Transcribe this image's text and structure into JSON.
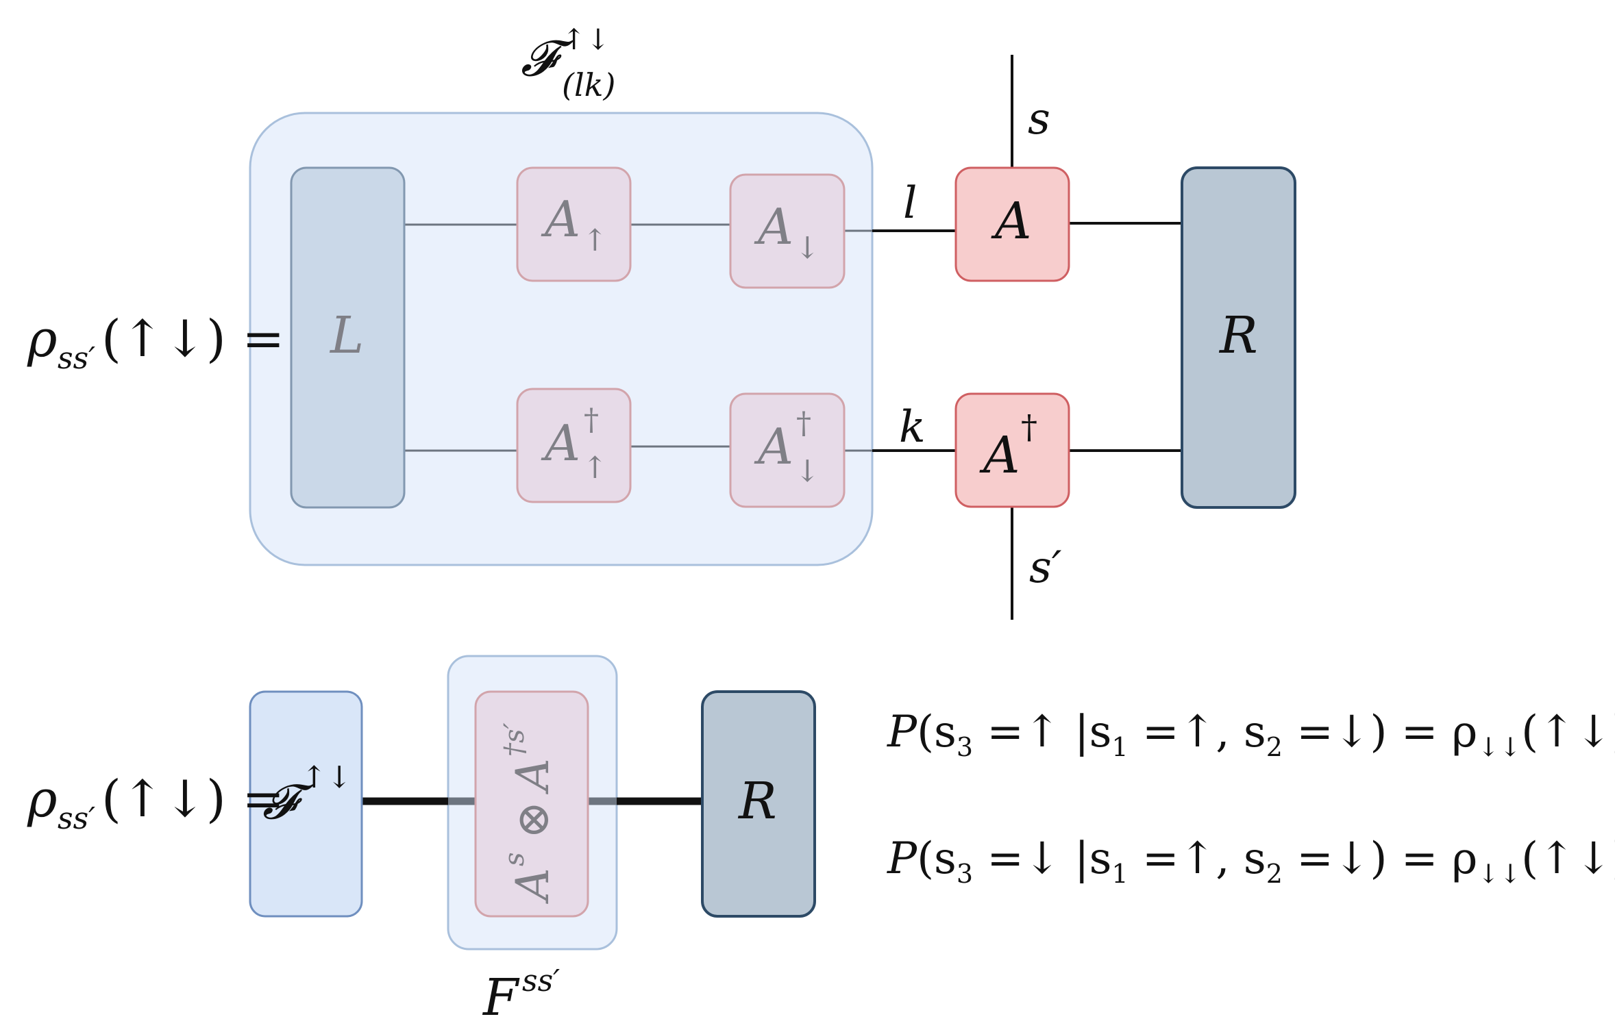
{
  "colors": {
    "group_fill": "#eaf1fc",
    "group_stroke": "#a9c0dc",
    "L_fill": "#cad8e8",
    "L_stroke": "#8298b0",
    "faded_A_fill": "#e7dbe8",
    "faded_A_stroke": "#d2a4ab",
    "A_fill": "#f7cdcd",
    "A_stroke": "#cf5f62",
    "R_fill": "#b9c7d4",
    "R_stroke": "#2d4a66",
    "F_fill": "#d9e6f8",
    "F_stroke": "#6f8fbf",
    "line": "#111111",
    "faded_text": "#7f7f86"
  },
  "top": {
    "group_label": {
      "main": "𝓕",
      "sup": "↑↓",
      "sub": "(lk)"
    },
    "lhs": {
      "rho": "ρ",
      "sub": "ss′",
      "arg": "(↑↓) ="
    },
    "L_label": "L",
    "A_up": {
      "main": "A",
      "sub": "↑"
    },
    "A_down": {
      "main": "A",
      "sub": "↓"
    },
    "A_up_dag": {
      "main": "A",
      "sup": "†",
      "sub": "↑"
    },
    "A_down_dag": {
      "main": "A",
      "sup": "†",
      "sub": "↓"
    },
    "A": "A",
    "A_dag": {
      "main": "A",
      "sup": "†"
    },
    "R_label": "R",
    "index_l": "l",
    "index_k": "k",
    "index_s": "s",
    "index_s_prime": "s′"
  },
  "bottom": {
    "lhs": {
      "rho": "ρ",
      "sub": "ss′",
      "arg": "(↑↓) ="
    },
    "F_block": {
      "main": "𝓕",
      "sup": "↑↓"
    },
    "tensor": {
      "a": "A",
      "a_sup": "s",
      "otimes": "⊗",
      "b": "A",
      "b_sup": "†s′"
    },
    "R_label": "R",
    "group_label": {
      "main": "F",
      "sup": "ss′"
    }
  },
  "equations": [
    {
      "lhs": "P",
      "s3": "(s",
      "s3_sub": "3",
      "s3_val": " =↑ |s",
      "s1_sub": "1",
      "s1_val": " =↑, s",
      "s2_sub": "2",
      "s2_val": " =↓) = ρ",
      "rho_sub": "↓↓",
      "tail": "(↑↓)"
    },
    {
      "lhs": "P",
      "s3": "(s",
      "s3_sub": "3",
      "s3_val": " =↓ |s",
      "s1_sub": "1",
      "s1_val": " =↑, s",
      "s2_sub": "2",
      "s2_val": " =↓) = ρ",
      "rho_sub": "↓↓",
      "tail": "(↑↓)"
    }
  ]
}
